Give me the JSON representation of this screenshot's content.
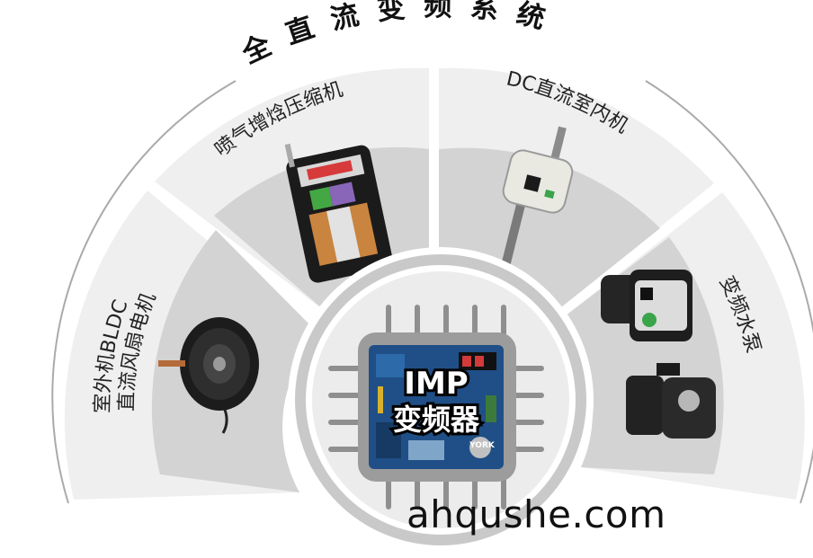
{
  "title": "全直流变频系统",
  "segments": [
    {
      "label_lines": [
        "室外机BLDC",
        "直流风扇电机"
      ],
      "icon": "fan-motor-icon"
    },
    {
      "label_lines": [
        "喷气增焓压缩机"
      ],
      "icon": "compressor-icon"
    },
    {
      "label_lines": [
        "DC直流室内机"
      ],
      "icon": "indoor-motor-icon"
    },
    {
      "label_lines": [
        "变频水泵"
      ],
      "icon": "water-pump-icon"
    }
  ],
  "center": {
    "line1": "IMP",
    "line2": "变频器",
    "brand": "YORK",
    "icon": "inverter-board-icon"
  },
  "watermark": "ahqushe.com",
  "colors": {
    "outer_ring": "#efefef",
    "inner_ring": "#cfcfcf",
    "chip": "#9a9a9a",
    "board": "#1f4f86"
  }
}
